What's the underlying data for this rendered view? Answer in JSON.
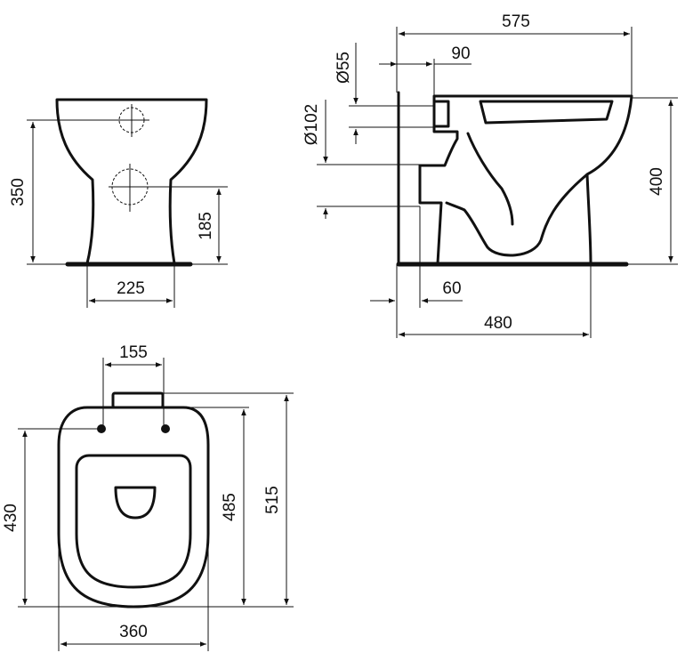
{
  "views": {
    "front": {
      "dims": {
        "height": "350",
        "outlet_height": "185",
        "base_width": "225"
      }
    },
    "side": {
      "dims": {
        "length": "575",
        "inlet_offset": "90",
        "inlet_dia": "Ø55",
        "outlet_dia": "Ø102",
        "height": "400",
        "wall_gap": "60",
        "base_length": "480"
      }
    },
    "top": {
      "dims": {
        "hinge_spacing": "155",
        "bowl_length": "430",
        "seat_length": "485",
        "overall_length": "515",
        "width": "360"
      }
    }
  }
}
